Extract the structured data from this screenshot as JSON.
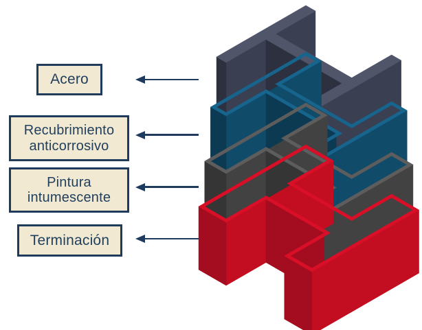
{
  "diagram": {
    "background": "#ffffff",
    "description": "Exploded isometric view of a steel I-beam column showing its protective coating layers",
    "label_style": {
      "fill": "#f2e9d2",
      "border_color": "#1e3a5c",
      "text_color": "#21405e"
    },
    "arrow": {
      "color": "#1e3a5c",
      "direction": "left",
      "count": 4
    },
    "beam_layers": [
      {
        "id": "steel",
        "label": "Acero",
        "top_color": "#50556a",
        "right_color": "#3a3f52",
        "left_color": "#2c303f"
      },
      {
        "id": "anticorrosive-coating",
        "label": "Recubrimiento anticorrosivo",
        "top_color": "#17648d",
        "right_color": "#114b6a",
        "left_color": "#0d3a53"
      },
      {
        "id": "intumescent-paint",
        "label": "Pintura intumescente",
        "top_color": "#5d5d5d",
        "right_color": "#424242",
        "left_color": "#353535"
      },
      {
        "id": "topcoat-finish",
        "label": "Terminación",
        "top_color": "#d90f28",
        "right_color": "#c30d20",
        "left_color": "#a30d1f"
      }
    ]
  }
}
